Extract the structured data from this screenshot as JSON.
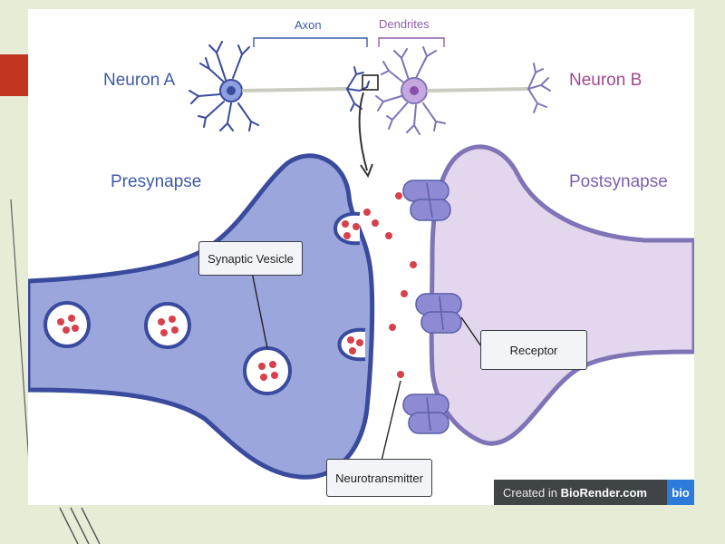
{
  "diagram": {
    "neuron_a": "Neuron A",
    "neuron_b": "Neuron B",
    "axon": "Axon",
    "dendrites": "Dendrites",
    "presynapse": "Presynapse",
    "postsynapse": "Postsynapse",
    "synaptic_vesicle": "Synaptic Vesicle",
    "receptor": "Receptor",
    "neurotransmitter": "Neurotransmitter"
  },
  "credit": {
    "prefix": "Created in ",
    "brand": "BioRender.com",
    "badge": "bio"
  },
  "colors": {
    "slide_background": "#e6ecd6",
    "accent_tab": "#c0361f",
    "presynapse_fill": "#9aa6dc",
    "presynapse_outline": "#3a4b9e",
    "postsynapse_fill": "#e3d7ee",
    "postsynapse_outline": "#7f74b6",
    "neurotransmitter": "#d8404c",
    "neuron_a_label": "#3d5aa6",
    "neuron_b_label": "#a2488e"
  }
}
